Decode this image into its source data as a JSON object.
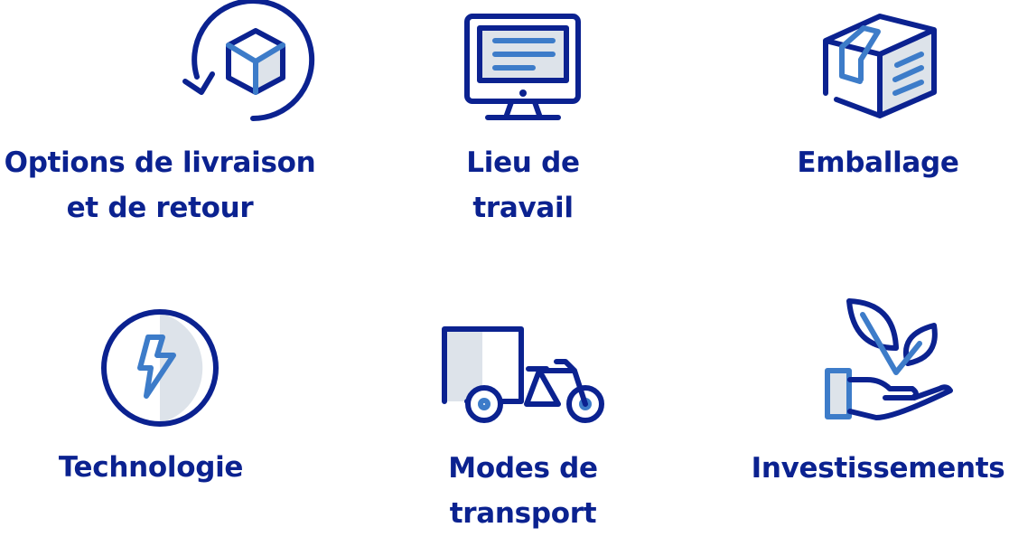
{
  "colors": {
    "dark": "#0b2290",
    "mid": "#3d7cc9",
    "light": "#dde3ea"
  },
  "items": [
    {
      "icon": "delivery-return-icon",
      "line1": "Options de livraison",
      "line2": "et de retour"
    },
    {
      "icon": "computer-monitor-icon",
      "line1": "Lieu de",
      "line2": "travail"
    },
    {
      "icon": "package-box-icon",
      "line1": "Emballage",
      "line2": ""
    },
    {
      "icon": "lightning-technology-icon",
      "line1": "Technologie",
      "line2": ""
    },
    {
      "icon": "cargo-bike-icon",
      "line1": "Modes de",
      "line2": "transport"
    },
    {
      "icon": "hand-plant-icon",
      "line1": "Investissements",
      "line2": ""
    }
  ]
}
